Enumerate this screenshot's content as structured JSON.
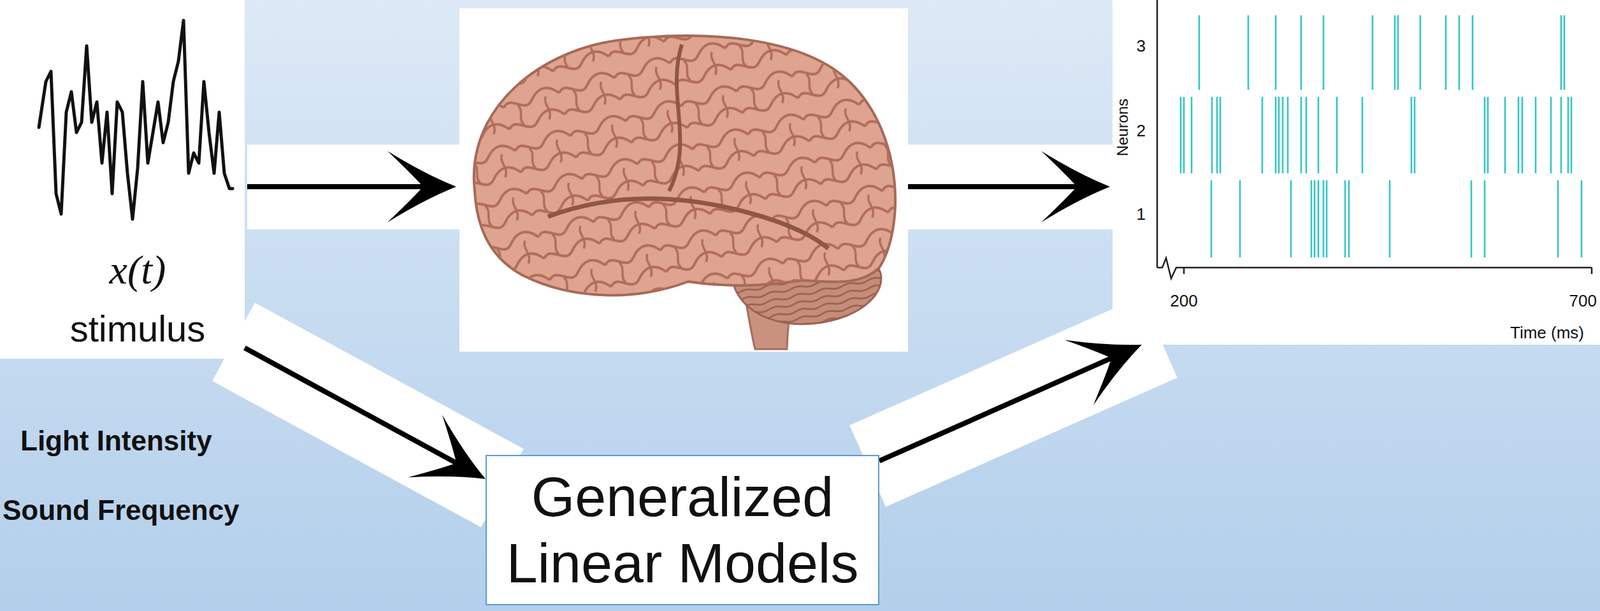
{
  "diagram": {
    "nodes": [
      {
        "text": [
          "x(t)",
          "stimulus"
        ]
      },
      {
        "text": [
          "Neurons",
          "3",
          "2",
          "1",
          "200",
          "700",
          "Time (ms)"
        ]
      },
      {
        "text": [
          "Generalized Linear Models"
        ]
      }
    ],
    "edges": [
      {
        "from": 0,
        "to": 2,
        "arrow": "to"
      },
      {
        "from": 2,
        "to": 1,
        "arrow": "to"
      }
    ],
    "labels": [
      "Light Intensity",
      "Sound Frequency"
    ]
  }
}
